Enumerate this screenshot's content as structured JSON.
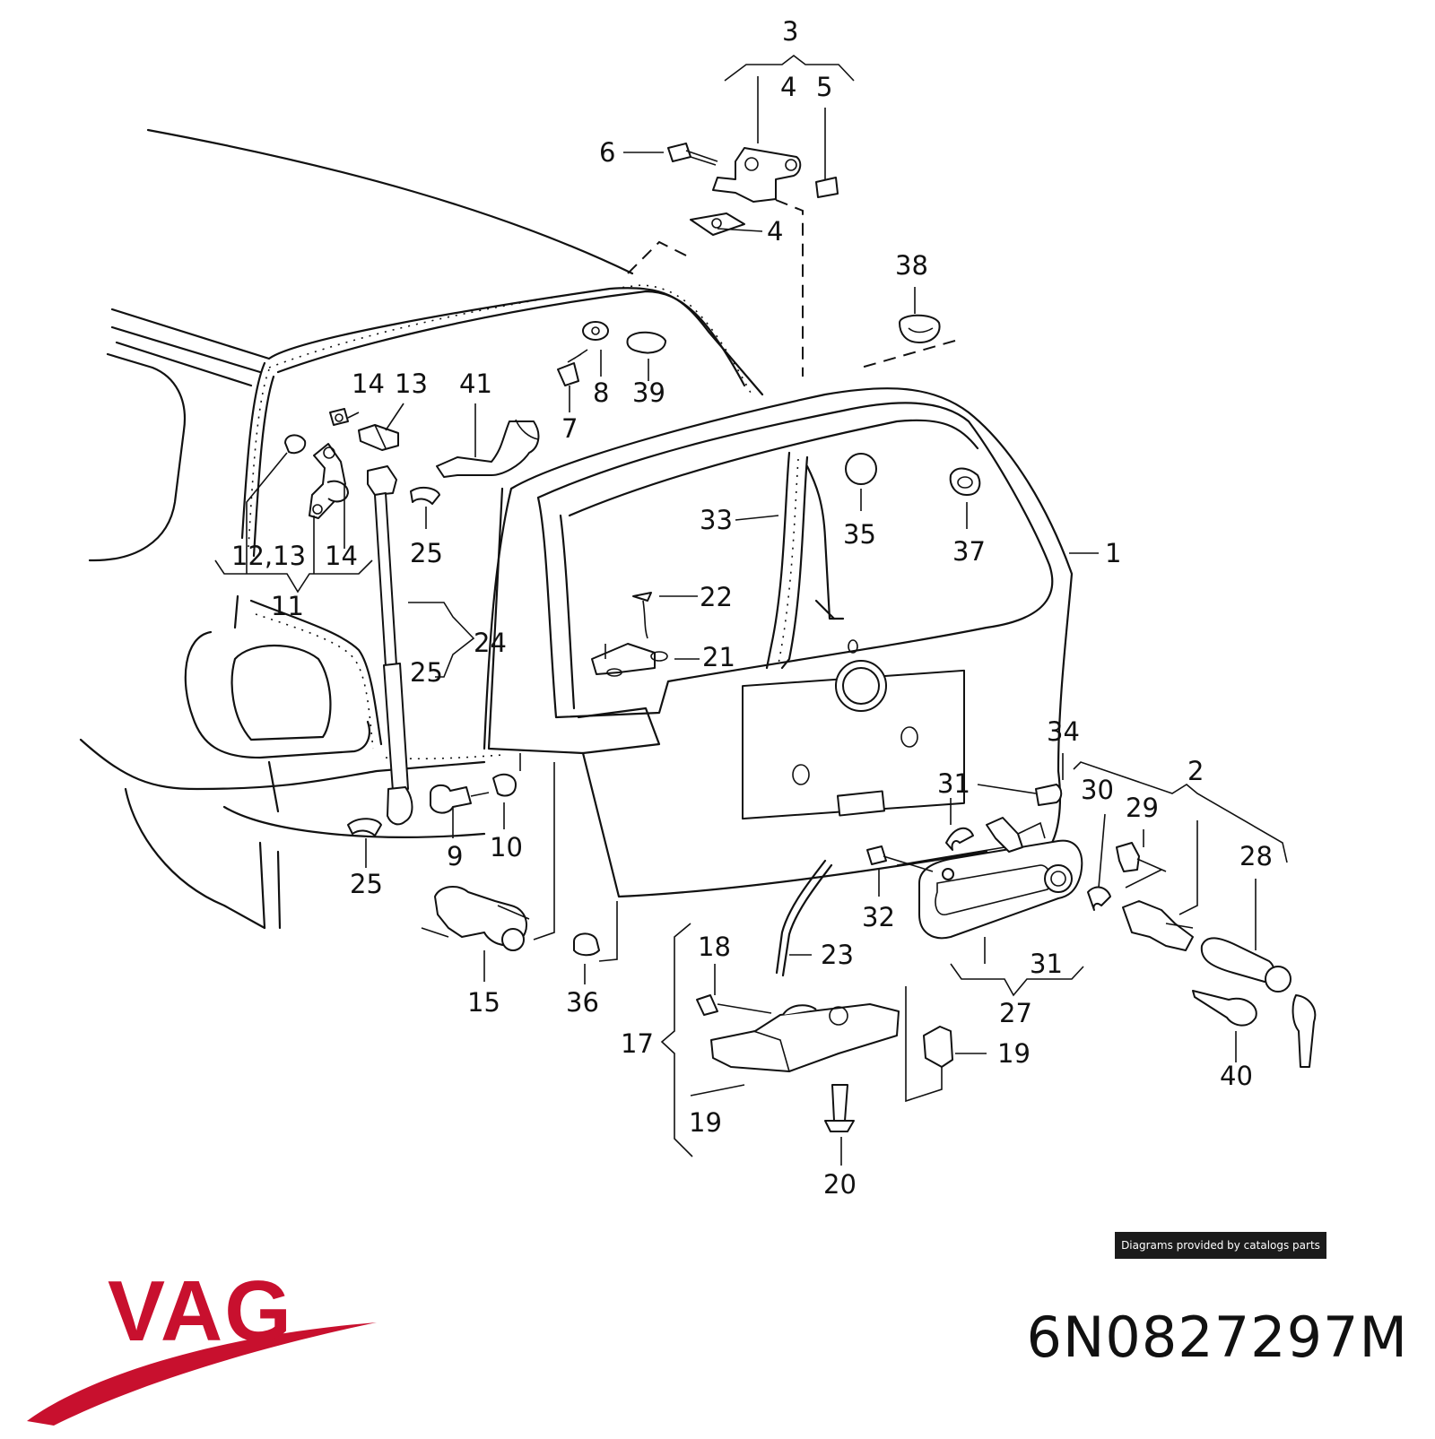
{
  "diagram": {
    "callouts": [
      {
        "id": "c3",
        "text": "3"
      },
      {
        "id": "c4a",
        "text": "4"
      },
      {
        "id": "c5",
        "text": "5"
      },
      {
        "id": "c6",
        "text": "6"
      },
      {
        "id": "c4b",
        "text": "4"
      },
      {
        "id": "c38",
        "text": "38"
      },
      {
        "id": "c14a",
        "text": "14"
      },
      {
        "id": "c13a",
        "text": "13"
      },
      {
        "id": "c41",
        "text": "41"
      },
      {
        "id": "c8",
        "text": "8"
      },
      {
        "id": "c39",
        "text": "39"
      },
      {
        "id": "c7",
        "text": "7"
      },
      {
        "id": "c33",
        "text": "33"
      },
      {
        "id": "c35",
        "text": "35"
      },
      {
        "id": "c37",
        "text": "37"
      },
      {
        "id": "c1",
        "text": "1"
      },
      {
        "id": "c25a",
        "text": "25"
      },
      {
        "id": "c1213",
        "text": "12,13"
      },
      {
        "id": "c14b",
        "text": "14"
      },
      {
        "id": "c11",
        "text": "11"
      },
      {
        "id": "c22",
        "text": "22"
      },
      {
        "id": "c24",
        "text": "24"
      },
      {
        "id": "c25b",
        "text": "25"
      },
      {
        "id": "c21",
        "text": "21"
      },
      {
        "id": "c34",
        "text": "34"
      },
      {
        "id": "c2",
        "text": "2"
      },
      {
        "id": "c31a",
        "text": "31"
      },
      {
        "id": "c30",
        "text": "30"
      },
      {
        "id": "c29",
        "text": "29"
      },
      {
        "id": "c28",
        "text": "28"
      },
      {
        "id": "c9",
        "text": "9"
      },
      {
        "id": "c10",
        "text": "10"
      },
      {
        "id": "c25c",
        "text": "25"
      },
      {
        "id": "c32",
        "text": "32"
      },
      {
        "id": "c15",
        "text": "15"
      },
      {
        "id": "c36",
        "text": "36"
      },
      {
        "id": "c18",
        "text": "18"
      },
      {
        "id": "c23",
        "text": "23"
      },
      {
        "id": "c31b",
        "text": "31"
      },
      {
        "id": "c27",
        "text": "27"
      },
      {
        "id": "c17",
        "text": "17"
      },
      {
        "id": "c19a",
        "text": "19"
      },
      {
        "id": "c40",
        "text": "40"
      },
      {
        "id": "c19b",
        "text": "19"
      },
      {
        "id": "c20",
        "text": "20"
      }
    ]
  },
  "credit_text": "Diagrams provided by catalogs parts",
  "brand": {
    "text": "VAG",
    "color": "#c8102e"
  },
  "part_number": "6N0827297M"
}
